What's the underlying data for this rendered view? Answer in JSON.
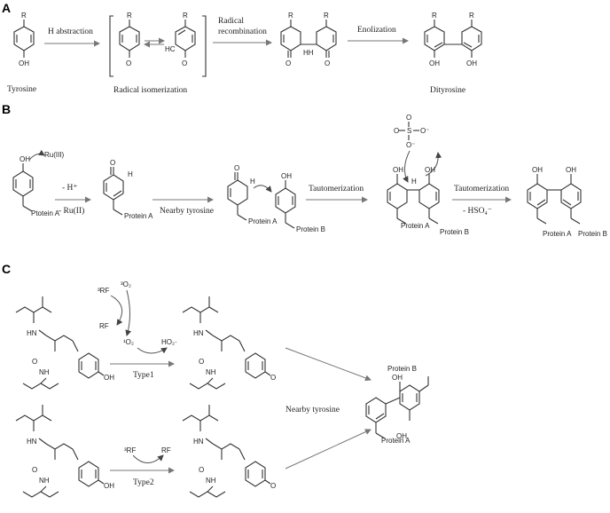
{
  "panels": {
    "a": "A",
    "b": "B",
    "c": "C"
  },
  "a": {
    "tyrosine": "Tyrosine",
    "step1": "H abstraction",
    "isomer": "Radical isomerization",
    "step2_l1": "Radical",
    "step2_l2": "recombination",
    "step3": "Enolization",
    "dityrosine": "Dityrosine",
    "R": "R",
    "OH": "OH",
    "O": "O",
    "HC": "HC",
    "HH": "HH"
  },
  "b": {
    "ru3": "Ru(III)",
    "minusH": "- H⁺",
    "minusRu": "- Ru(II)",
    "nearby": "Nearby tyrosine",
    "taut1": "Tautomerization",
    "taut2": "Tautomerization",
    "minusHSO4": "- HSO₄⁻",
    "ptoteinA": "Ptotein A",
    "proteinA": "Protein A",
    "proteinB": "Protein B",
    "OH": "OH",
    "O": "O",
    "H": "H",
    "S": "S",
    "Ominus": "O⁻"
  },
  "c": {
    "rf3": "³RF",
    "rf": "RF",
    "o2_3": "³O₂",
    "o2_1": "¹O₂",
    "ho2": "HO₂·",
    "type1": "Type1",
    "type2": "Type2",
    "nearby": "Nearby tyrosine",
    "proteinA": "Protein A",
    "proteinB": "Protein B",
    "HN": "HN",
    "NH": "NH",
    "O": "O",
    "OH": "OH"
  }
}
